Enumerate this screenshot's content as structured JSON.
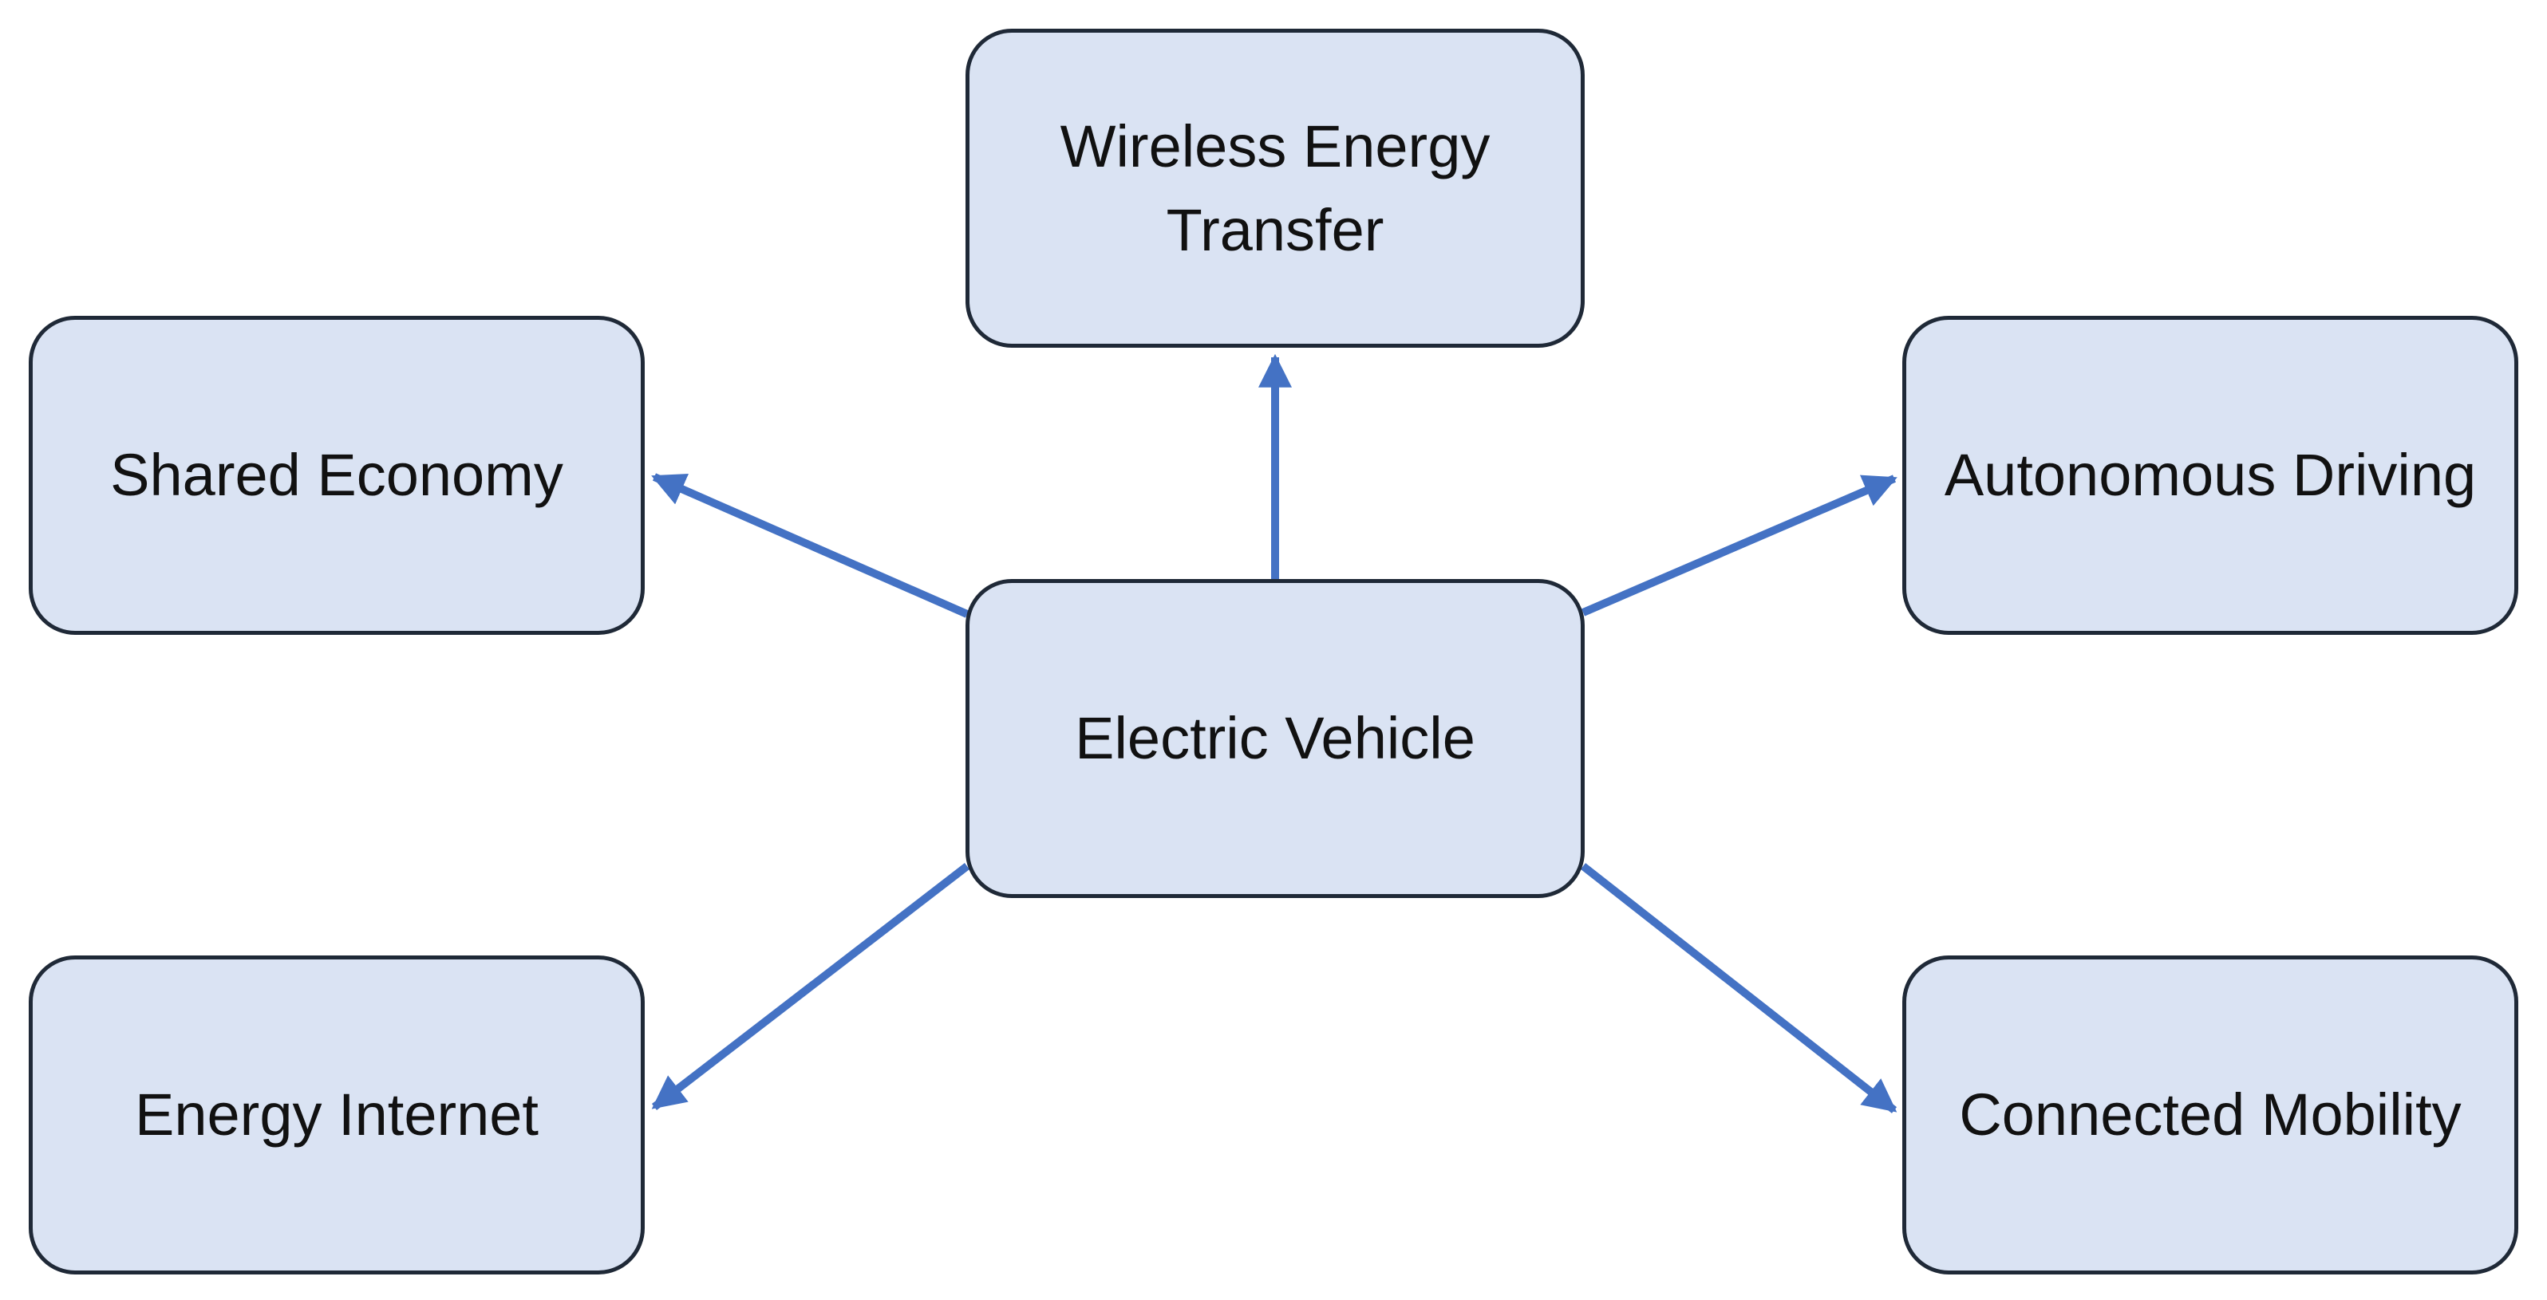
{
  "diagram": {
    "center": {
      "label": "Electric Vehicle"
    },
    "nodes": {
      "wireless": {
        "label": "Wireless Energy Transfer"
      },
      "shared": {
        "label": "Shared Economy"
      },
      "autonomous": {
        "label": "Autonomous Driving"
      },
      "energy_internet": {
        "label": "Energy Internet"
      },
      "connected": {
        "label": "Connected Mobility"
      }
    },
    "edges": [
      {
        "from": "Electric Vehicle",
        "to": "Wireless Energy Transfer"
      },
      {
        "from": "Electric Vehicle",
        "to": "Shared Economy"
      },
      {
        "from": "Electric Vehicle",
        "to": "Autonomous Driving"
      },
      {
        "from": "Electric Vehicle",
        "to": "Energy Internet"
      },
      {
        "from": "Electric Vehicle",
        "to": "Connected Mobility"
      }
    ],
    "colors": {
      "node_fill": "#dae3f3",
      "node_border": "#1f2937",
      "arrow": "#4472c4"
    }
  }
}
